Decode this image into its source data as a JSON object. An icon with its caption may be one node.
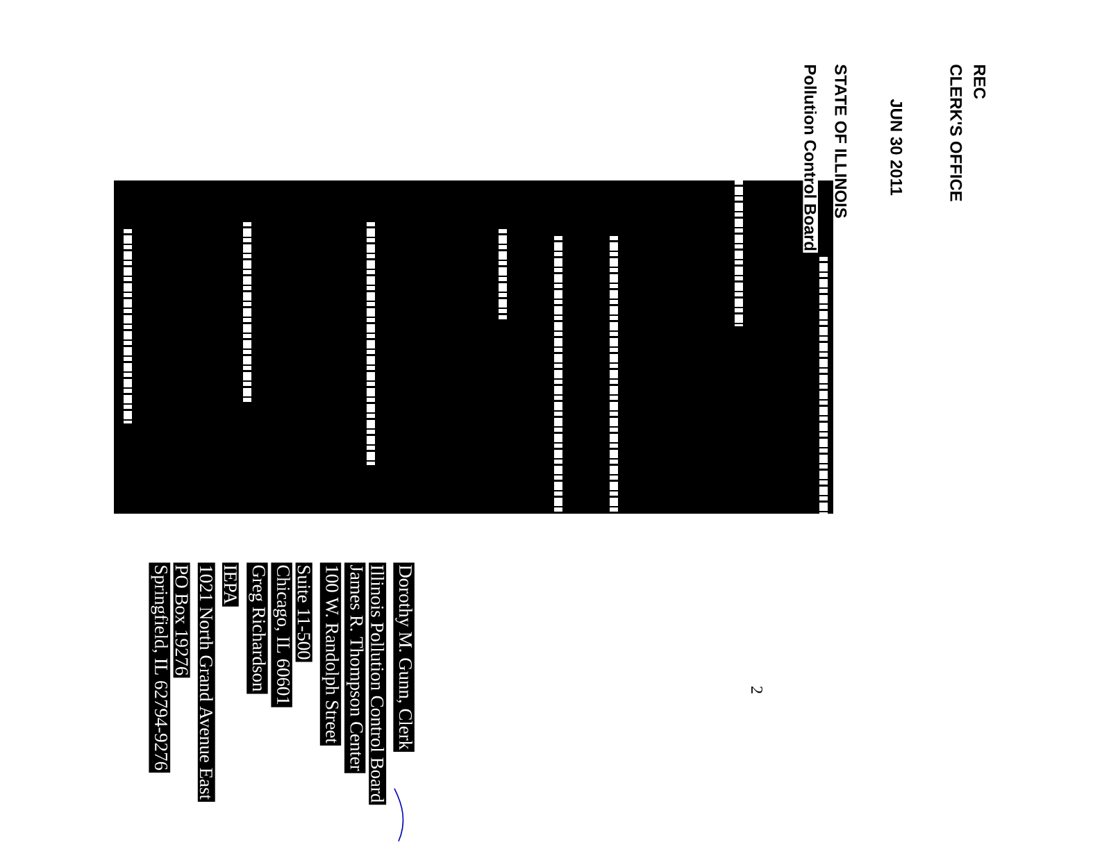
{
  "diagram": {
    "labels": [
      "REC",
      "CLERK'S OFFICE",
      "JUN 30 2011",
      "STATE OF ILLINOIS",
      "Pollution Control Board",
      "Dorothy M. Gunn, Clerk",
      "Illinois Pollution Control Board",
      "James R. Thompson Center",
      "100 W. Randolph Street",
      "Suite 11-500",
      "Chicago, IL 60601",
      "Greg Richardson",
      "IEPA",
      "1021 North Grand Avenue East",
      "PO Box 19276",
      "Springfield, IL 62794-9276",
      "2"
    ]
  }
}
